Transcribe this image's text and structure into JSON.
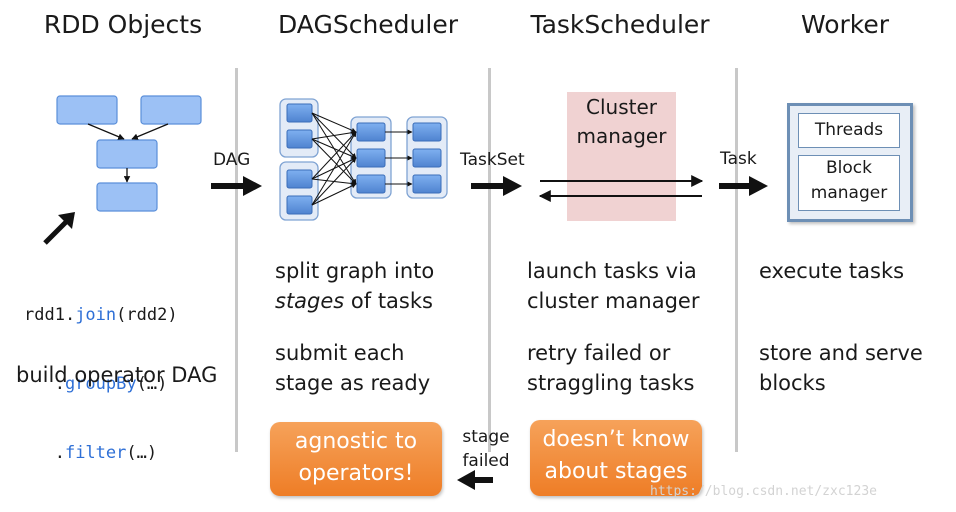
{
  "headings": {
    "rdd": "RDD Objects",
    "dag": "DAGScheduler",
    "task": "TaskScheduler",
    "worker": "Worker"
  },
  "arrow_labels": {
    "dag": "DAG",
    "taskset": "TaskSet",
    "task": "Task",
    "stage_failed_1": "stage",
    "stage_failed_2": "failed"
  },
  "code": {
    "l1_a": "rdd1.",
    "l1_fn": "join",
    "l1_b": "(rdd2)",
    "l2_a": "   .",
    "l2_fn": "groupBy",
    "l2_b": "(…)",
    "l3_a": "   .",
    "l3_fn": "filter",
    "l3_b": "(…)"
  },
  "descriptions": {
    "rdd": "build operator DAG",
    "dag_1a": "split graph into",
    "dag_2a": "stages",
    "dag_2b": " of tasks",
    "dag_3": "submit each",
    "dag_4": "stage as ready",
    "task_1": "launch tasks via",
    "task_2": "cluster manager",
    "task_3": "retry failed or",
    "task_4": "straggling tasks",
    "worker_1": "execute tasks",
    "worker_2": "store and serve",
    "worker_3": "blocks"
  },
  "cluster_manager": {
    "line1": "Cluster",
    "line2": "manager"
  },
  "worker_box": {
    "threads": "Threads",
    "block1": "Block",
    "block2": "manager"
  },
  "callouts": {
    "agnostic_1": "agnostic to",
    "agnostic_2": "operators!",
    "doesnt_1": "doesn’t know",
    "doesnt_2": "about stages"
  },
  "watermark": "https://blog.csdn.net/zxc123e",
  "colors": {
    "node_fill": "#5b8fd9",
    "node_stroke": "#3a6db8",
    "orange": "#ee7d26",
    "divider": "#c8c8c8",
    "cluster_bg": "#f0d2d2"
  }
}
